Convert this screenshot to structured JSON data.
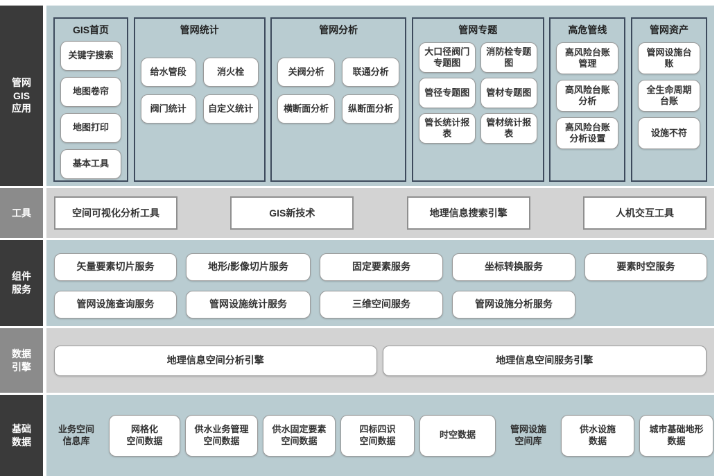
{
  "colors": {
    "row_blue": "#b9ccd1",
    "row_gray": "#d3d3d3",
    "sidebar_dark": "#3a3a3a",
    "sidebar_medium": "#8b8b8b",
    "column_border": "#3d4a5c",
    "box_border": "#9a9a9a"
  },
  "sidebar": {
    "items": [
      {
        "label": "管网\nGIS\n应用"
      },
      {
        "label": "工具"
      },
      {
        "label": "组件\n服务"
      },
      {
        "label": "数据\n引擎"
      },
      {
        "label": "基础\n数据"
      }
    ]
  },
  "app_row": {
    "columns": [
      {
        "title": "GIS首页",
        "items": [
          "关键字搜索",
          "地图卷帘",
          "地图打印",
          "基本工具"
        ]
      },
      {
        "title": "管网统计",
        "items": [
          "给水管段",
          "消火栓",
          "阀门统计",
          "自定义统计"
        ]
      },
      {
        "title": "管网分析",
        "items": [
          "关阀分析",
          "联通分析",
          "横断面分析",
          "纵断面分析"
        ]
      },
      {
        "title": "管网专题",
        "items": [
          "大口径阀门\n专题图",
          "消防栓专题\n图",
          "管径专题图",
          "管材专题图",
          "管长统计报\n表",
          "管材统计报\n表"
        ]
      },
      {
        "title": "高危管线",
        "items": [
          "高风险台账\n管理",
          "高风险台账\n分析",
          "高风险台账\n分析设置"
        ]
      },
      {
        "title": "管网资产",
        "items": [
          "管网设施台\n账",
          "全生命周期\n台账",
          "设施不符"
        ]
      }
    ]
  },
  "tools_row": {
    "items": [
      "空间可视化分析工具",
      "GIS新技术",
      "地理信息搜索引擎",
      "人机交互工具"
    ]
  },
  "services_row": {
    "items": [
      "矢量要素切片服务",
      "地形/影像切片服务",
      "固定要素服务",
      "坐标转换服务",
      "要素时空服务",
      "管网设施查询服务",
      "管网设施统计服务",
      "三维空间服务",
      "管网设施分析服务"
    ]
  },
  "engine_row": {
    "items": [
      "地理信息空间分析引擎",
      "地理信息空间服务引擎"
    ]
  },
  "data_row": {
    "group1_label": "业务空间\n信息库",
    "group1_items": [
      "网格化\n空间数据",
      "供水业务管理\n空间数据",
      "供水固定要素\n空间数据",
      "四标四识\n空间数据",
      "时空数据"
    ],
    "group2_label": "管网设施\n空间库",
    "group2_items": [
      "供水设施\n数据",
      "城市基础地形\n数据"
    ]
  }
}
